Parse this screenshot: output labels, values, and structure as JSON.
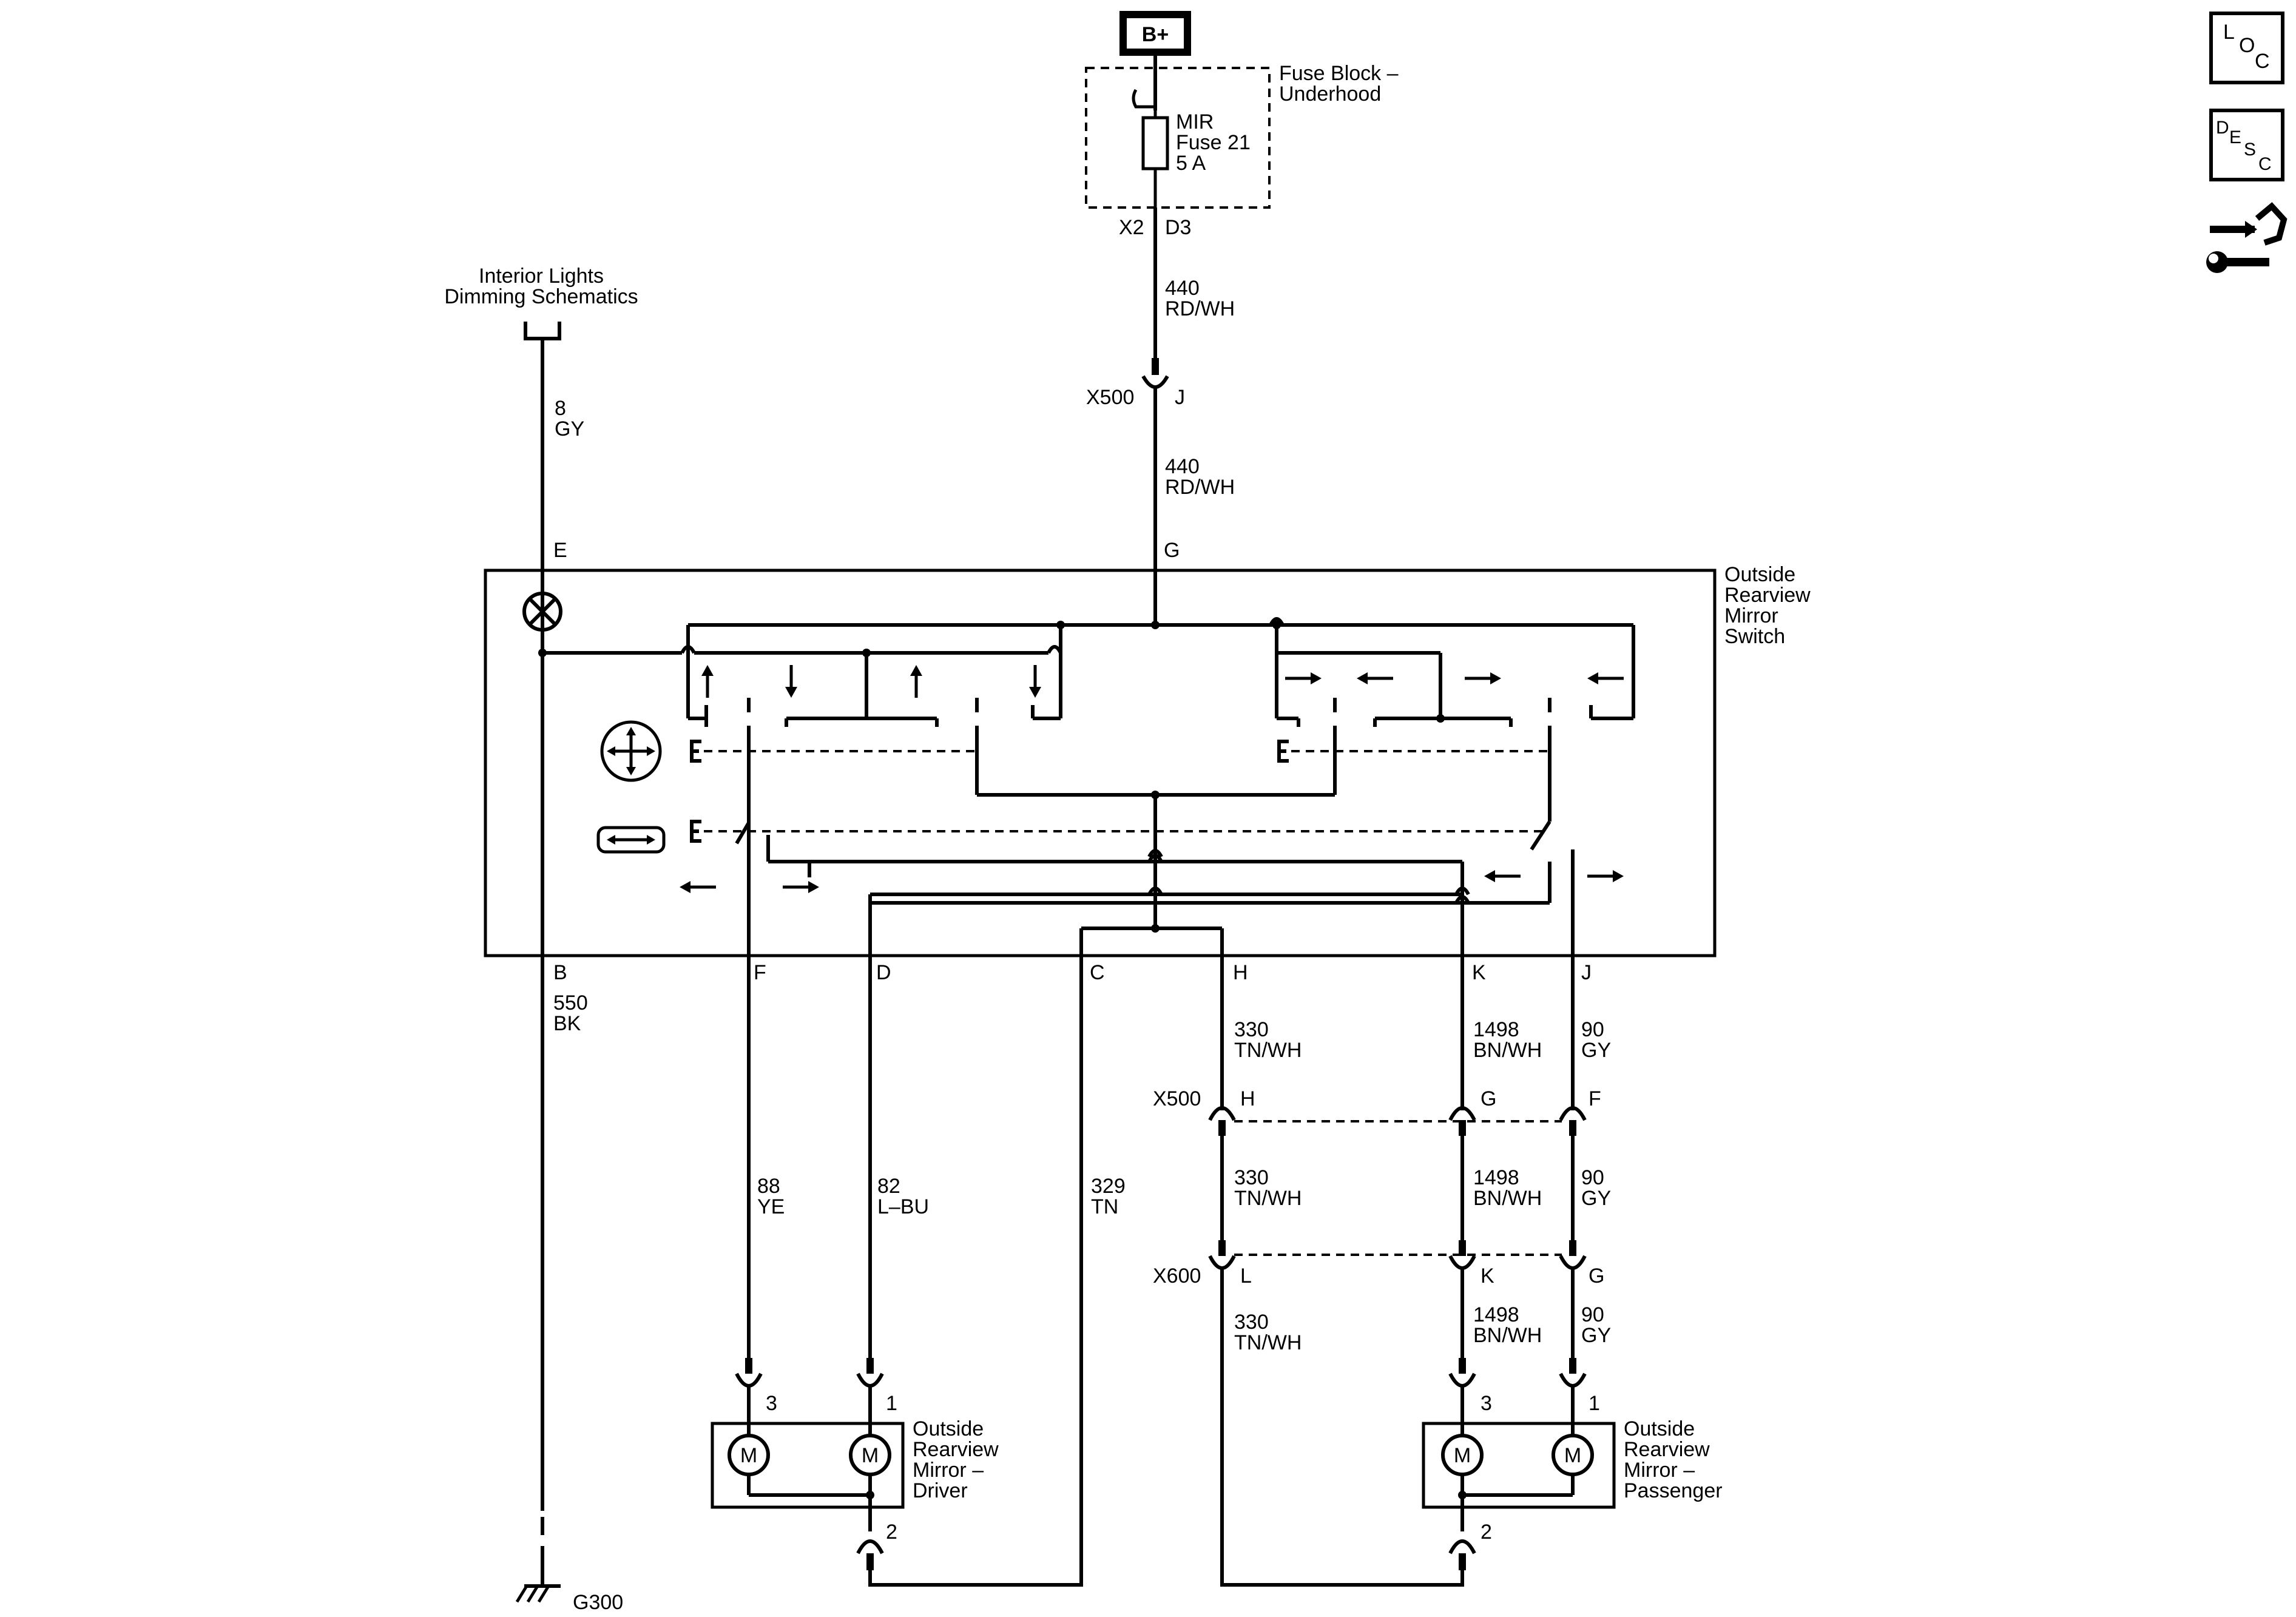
{
  "power": {
    "source": "B+"
  },
  "fuse_block": {
    "name_line1": "Fuse Block –",
    "name_line2": "Underhood",
    "fuse_line1": "MIR",
    "fuse_line2": "Fuse 21",
    "fuse_line3": "5 A",
    "pin_left": "X2",
    "pin_right": "D3"
  },
  "interior_lights": {
    "line1": "Interior Lights",
    "line2": "Dimming Schematics"
  },
  "wires": {
    "w440_top": {
      "circuit": "440",
      "color": "RD/WH"
    },
    "w440_mid": {
      "circuit": "440",
      "color": "RD/WH"
    },
    "w8": {
      "circuit": "8",
      "color": "GY"
    },
    "w550": {
      "circuit": "550",
      "color": "BK"
    },
    "w88": {
      "circuit": "88",
      "color": "YE"
    },
    "w82": {
      "circuit": "82",
      "color": "L–BU"
    },
    "w329": {
      "circuit": "329",
      "color": "TN"
    },
    "w330_a": {
      "circuit": "330",
      "color": "TN/WH"
    },
    "w330_b": {
      "circuit": "330",
      "color": "TN/WH"
    },
    "w330_c": {
      "circuit": "330",
      "color": "TN/WH"
    },
    "w1498_a": {
      "circuit": "1498",
      "color": "BN/WH"
    },
    "w1498_b": {
      "circuit": "1498",
      "color": "BN/WH"
    },
    "w1498_c": {
      "circuit": "1498",
      "color": "BN/WH"
    },
    "w90_a": {
      "circuit": "90",
      "color": "GY"
    },
    "w90_b": {
      "circuit": "90",
      "color": "GY"
    },
    "w90_c": {
      "circuit": "90",
      "color": "GY"
    }
  },
  "connectors": {
    "x500_top": {
      "name": "X500",
      "pin": "J"
    },
    "x500_row": {
      "name": "X500",
      "pin_h": "H",
      "pin_g": "G",
      "pin_f": "F"
    },
    "x600_row": {
      "name": "X600",
      "pin_l": "L",
      "pin_k": "K",
      "pin_g": "G"
    }
  },
  "switch": {
    "name_line1": "Outside",
    "name_line2": "Rearview",
    "name_line3": "Mirror",
    "name_line4": "Switch",
    "pin_e": "E",
    "pin_g": "G",
    "bottom_pins": [
      "B",
      "F",
      "D",
      "C",
      "H",
      "K",
      "J"
    ]
  },
  "driver_mirror": {
    "name_line1": "Outside",
    "name_line2": "Rearview",
    "name_line3": "Mirror –",
    "name_line4": "Driver",
    "pin_3": "3",
    "pin_1": "1",
    "pin_2": "2",
    "motor": "M"
  },
  "passenger_mirror": {
    "name_line1": "Outside",
    "name_line2": "Rearview",
    "name_line3": "Mirror –",
    "name_line4": "Passenger",
    "pin_3": "3",
    "pin_1": "1",
    "pin_2": "2",
    "motor": "M"
  },
  "ground": {
    "name": "G300"
  },
  "side_icons": {
    "loc": {
      "l": "L",
      "o": "O",
      "c": "C"
    },
    "desc": {
      "d": "D",
      "e": "E",
      "s": "S",
      "c": "C"
    },
    "service_icon": "connector-wrench-icon"
  }
}
